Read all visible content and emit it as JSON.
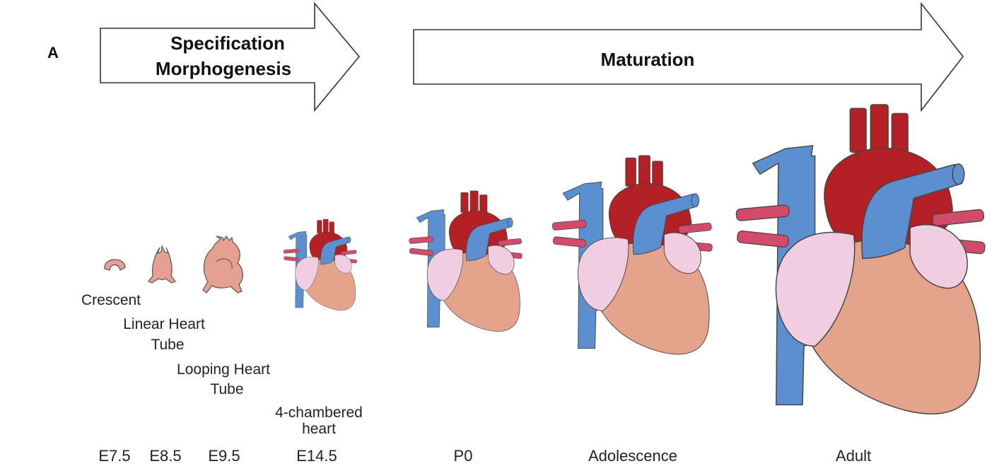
{
  "panel_letter": "A",
  "phases": {
    "specification_line1": "Specification",
    "specification_line2": "Morphogenesis",
    "maturation": "Maturation"
  },
  "stages": {
    "crescent": "Crescent",
    "linear_line1": "Linear Heart",
    "linear_line2": "Tube",
    "looping_line1": "Looping Heart",
    "looping_line2": "Tube",
    "four_chambered_line1": "4-chambered",
    "four_chambered_line2": "heart"
  },
  "timepoints": {
    "e7_5": "E7.5",
    "e8_5": "E8.5",
    "e9_5": "E9.5",
    "e14_5": "E14.5",
    "p0": "P0",
    "adolescence": "Adolescence",
    "adult": "Adult"
  },
  "colors": {
    "ventricle": "#e3a48b",
    "atrium": "#f0cde0",
    "aorta": "#b32025",
    "vein": "#5b8fd0",
    "pulmonary": "#d24b6a",
    "embryonic": "#e6a090"
  }
}
